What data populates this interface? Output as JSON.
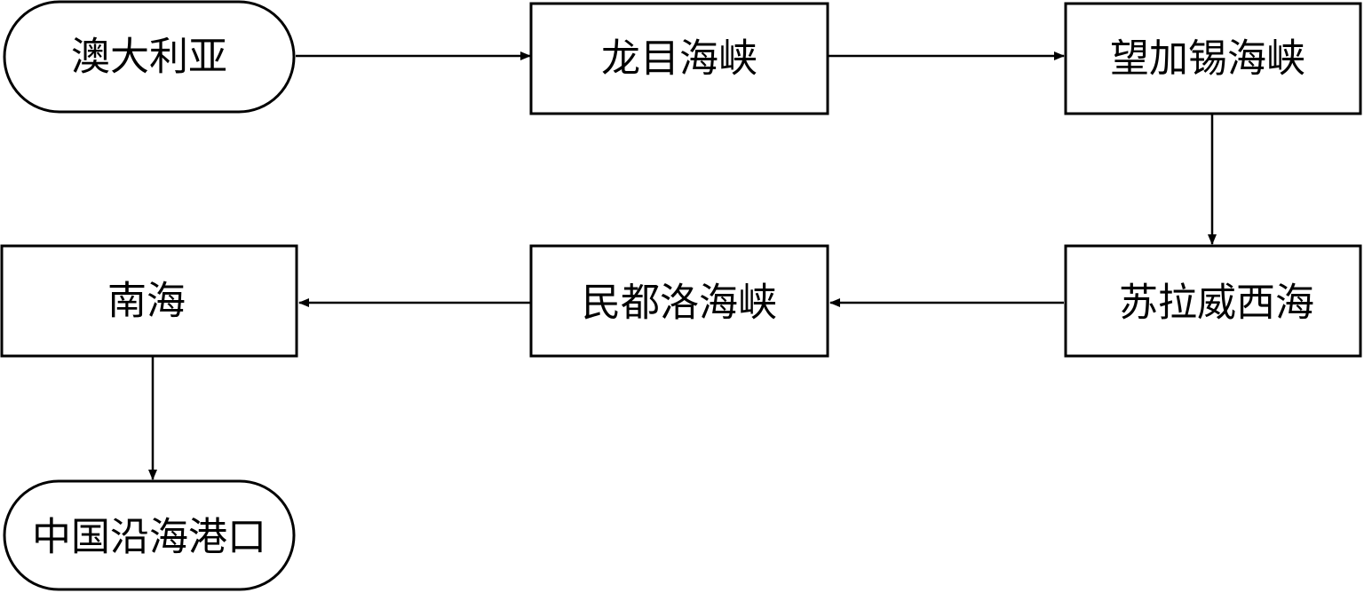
{
  "diagram": {
    "type": "flowchart",
    "nodes": [
      {
        "id": "australia",
        "label": "澳大利亚",
        "shape": "terminal"
      },
      {
        "id": "lombok",
        "label": "龙目海峡",
        "shape": "process"
      },
      {
        "id": "makassar",
        "label": "望加锡海峡",
        "shape": "process"
      },
      {
        "id": "sulawesi",
        "label": "苏拉威西海",
        "shape": "process"
      },
      {
        "id": "mindoro",
        "label": "民都洛海峡",
        "shape": "process"
      },
      {
        "id": "south_china_sea",
        "label": "南海",
        "shape": "process"
      },
      {
        "id": "china_ports",
        "label": "中国沿海港口",
        "shape": "terminal"
      }
    ],
    "edges": [
      {
        "from": "australia",
        "to": "lombok"
      },
      {
        "from": "lombok",
        "to": "makassar"
      },
      {
        "from": "makassar",
        "to": "sulawesi"
      },
      {
        "from": "sulawesi",
        "to": "mindoro"
      },
      {
        "from": "mindoro",
        "to": "south_china_sea"
      },
      {
        "from": "south_china_sea",
        "to": "china_ports"
      }
    ],
    "colors": {
      "stroke": "#000000",
      "fill": "#ffffff",
      "text": "#000000"
    }
  }
}
